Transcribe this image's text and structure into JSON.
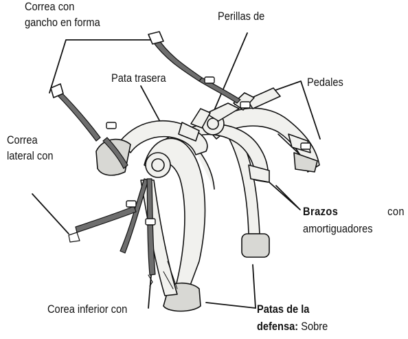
{
  "callouts": {
    "hook_strap": {
      "line1": "Correa con",
      "line2": "gancho en forma"
    },
    "knobs": {
      "text": "Perillas de"
    },
    "rear_leg": {
      "text": "Pata trasera"
    },
    "pedals": {
      "text": "Pedales"
    },
    "side_strap": {
      "line1": "Correa",
      "line2": "lateral con"
    },
    "arms": {
      "bold": "Brazos",
      "word": "con",
      "line2": "amortiguadores"
    },
    "bottom_strap": {
      "text": "Corea inferior con"
    },
    "bumper_legs": {
      "line1": "Patas de la",
      "line2_bold": "defensa:",
      "line2_rest": " Sobre"
    }
  },
  "colors": {
    "ink": "#111111",
    "frame_fill": "#f1f1ee",
    "strap_fill": "#6e6e6e",
    "pad_fill": "#d8d8d4"
  }
}
